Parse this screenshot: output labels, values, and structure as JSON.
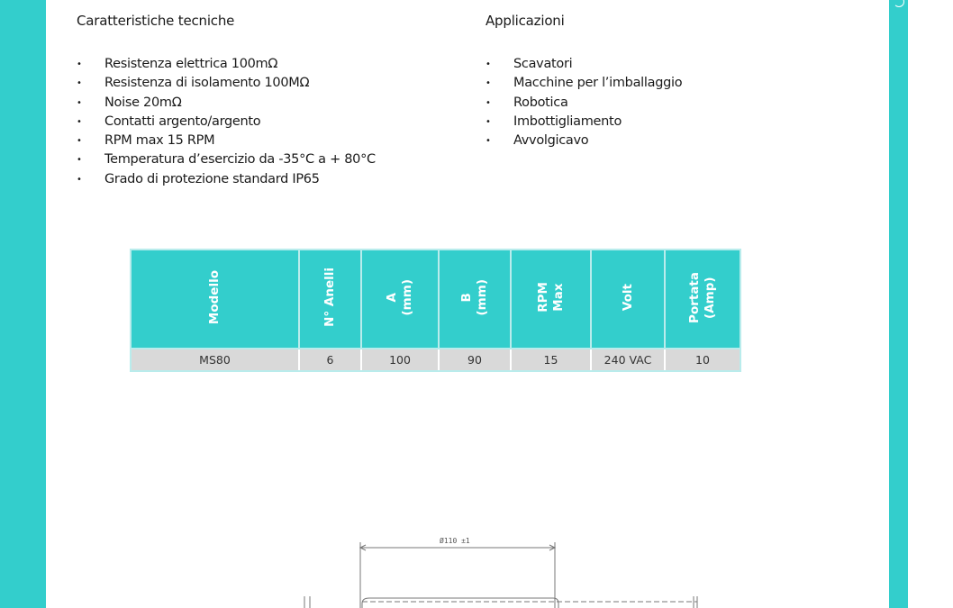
{
  "colors": {
    "accent": "#33cecc",
    "table_row_bg": "#d9d9d9"
  },
  "left": {
    "heading": "Caratteristiche tecniche",
    "items": [
      "Resistenza elettrica 100mΩ",
      "Resistenza di isolamento 100MΩ",
      "Noise 20mΩ",
      "Contatti argento/argento",
      "RPM max 15 RPM",
      "Temperatura d’esercizio da -35°C a + 80°C",
      "Grado di protezione standard IP65"
    ]
  },
  "right": {
    "heading": "Applicazioni",
    "items": [
      "Scavatori",
      "Macchine per l’imballaggio",
      "Robotica",
      "Imbottigliamento",
      "Avvolgicavo"
    ]
  },
  "bullet_char": "•",
  "table": {
    "headers": [
      [
        "Modello"
      ],
      [
        "N° Anelli"
      ],
      [
        "A",
        "(mm)"
      ],
      [
        "B",
        "(mm)"
      ],
      [
        "RPM",
        "Max"
      ],
      [
        "Volt"
      ],
      [
        "Portata",
        "(Amp)"
      ]
    ],
    "rows": [
      [
        "MS80",
        "6",
        "100",
        "90",
        "15",
        "240 VAC",
        "10"
      ]
    ]
  },
  "drawing": {
    "dimension_label": "Ø110 ±1",
    "icon": "technical-drawing-icon"
  }
}
